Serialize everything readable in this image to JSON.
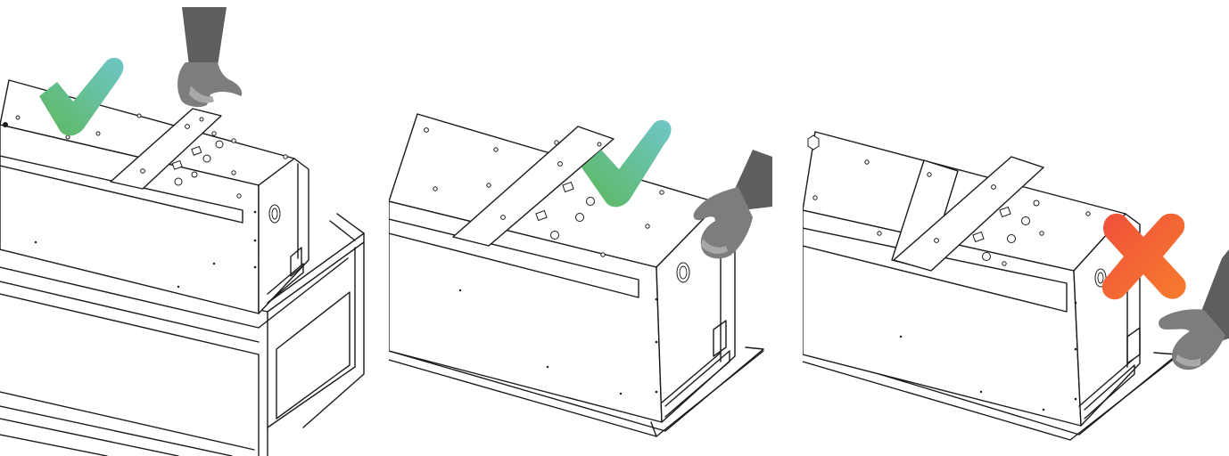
{
  "figure": {
    "panels": [
      {
        "id": "panel-1",
        "status": "correct",
        "marker_icon": "checkmark-icon"
      },
      {
        "id": "panel-2",
        "status": "correct",
        "marker_icon": "checkmark-icon"
      },
      {
        "id": "panel-3",
        "status": "incorrect",
        "marker_icon": "cross-icon"
      }
    ],
    "colors": {
      "check_start": "#5cb85c",
      "check_end": "#6ec6c8",
      "cross_start": "#f0503a",
      "cross_end": "#f77c2e",
      "line": "#1a1a1a",
      "hand": "#7d7d7d"
    }
  }
}
